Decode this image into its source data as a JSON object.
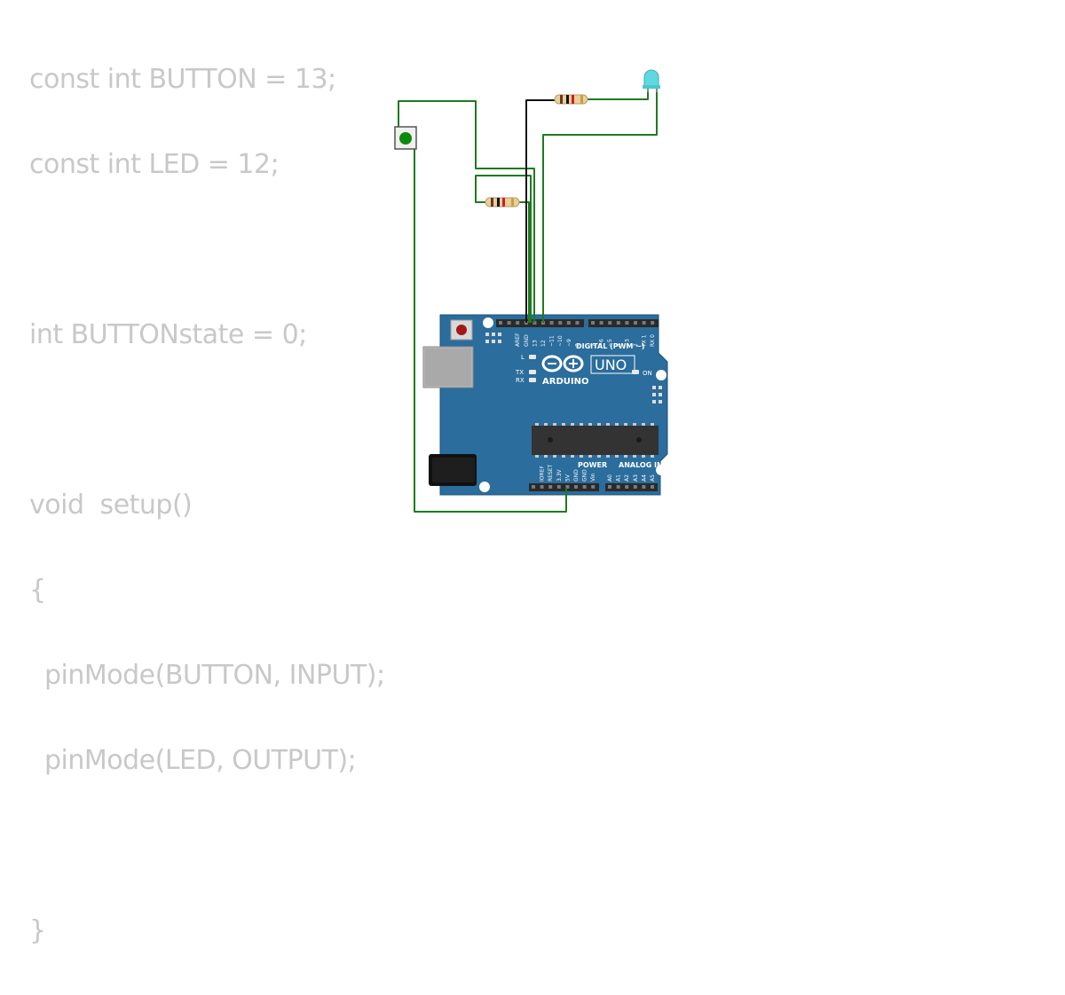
{
  "code": {
    "lines": [
      "const int BUTTON = 13;",
      "const int LED = 12;",
      "",
      "int BUTTONstate = 0;",
      "",
      "void  setup()",
      "{",
      "pinMode(BUTTON, INPUT);",
      "pinMode(LED, OUTPUT);",
      "",
      "}"
    ]
  },
  "board": {
    "brand": "ARDUINO",
    "model": "UNO",
    "digital_label": "DIGITAL (PWM ~)",
    "power_label": "POWER",
    "analog_label": "ANALOG IN",
    "on_label": "ON",
    "l_label": "L",
    "tx_label": "TX",
    "rx_label": "RX",
    "digital_pins": [
      "AREF",
      "GND",
      "13",
      "12",
      "~11",
      "~10",
      "~9",
      "8",
      "7",
      "~6",
      "~5",
      "4",
      "~3",
      "2",
      "TX 1",
      "RX 0"
    ],
    "power_pins": [
      "IOREF",
      "RESET",
      "3.3V",
      "5V",
      "GND",
      "GND",
      "Vin"
    ],
    "analog_pins": [
      "A0",
      "A1",
      "A2",
      "A3",
      "A4",
      "A5"
    ]
  },
  "colors": {
    "board": "#2b6d9c",
    "wire_green": "#1f7a1f",
    "wire_black": "#111111",
    "led": "#5fd8e0",
    "button_cap": "#0d8a0d",
    "code_text": "#c8c8c8"
  }
}
